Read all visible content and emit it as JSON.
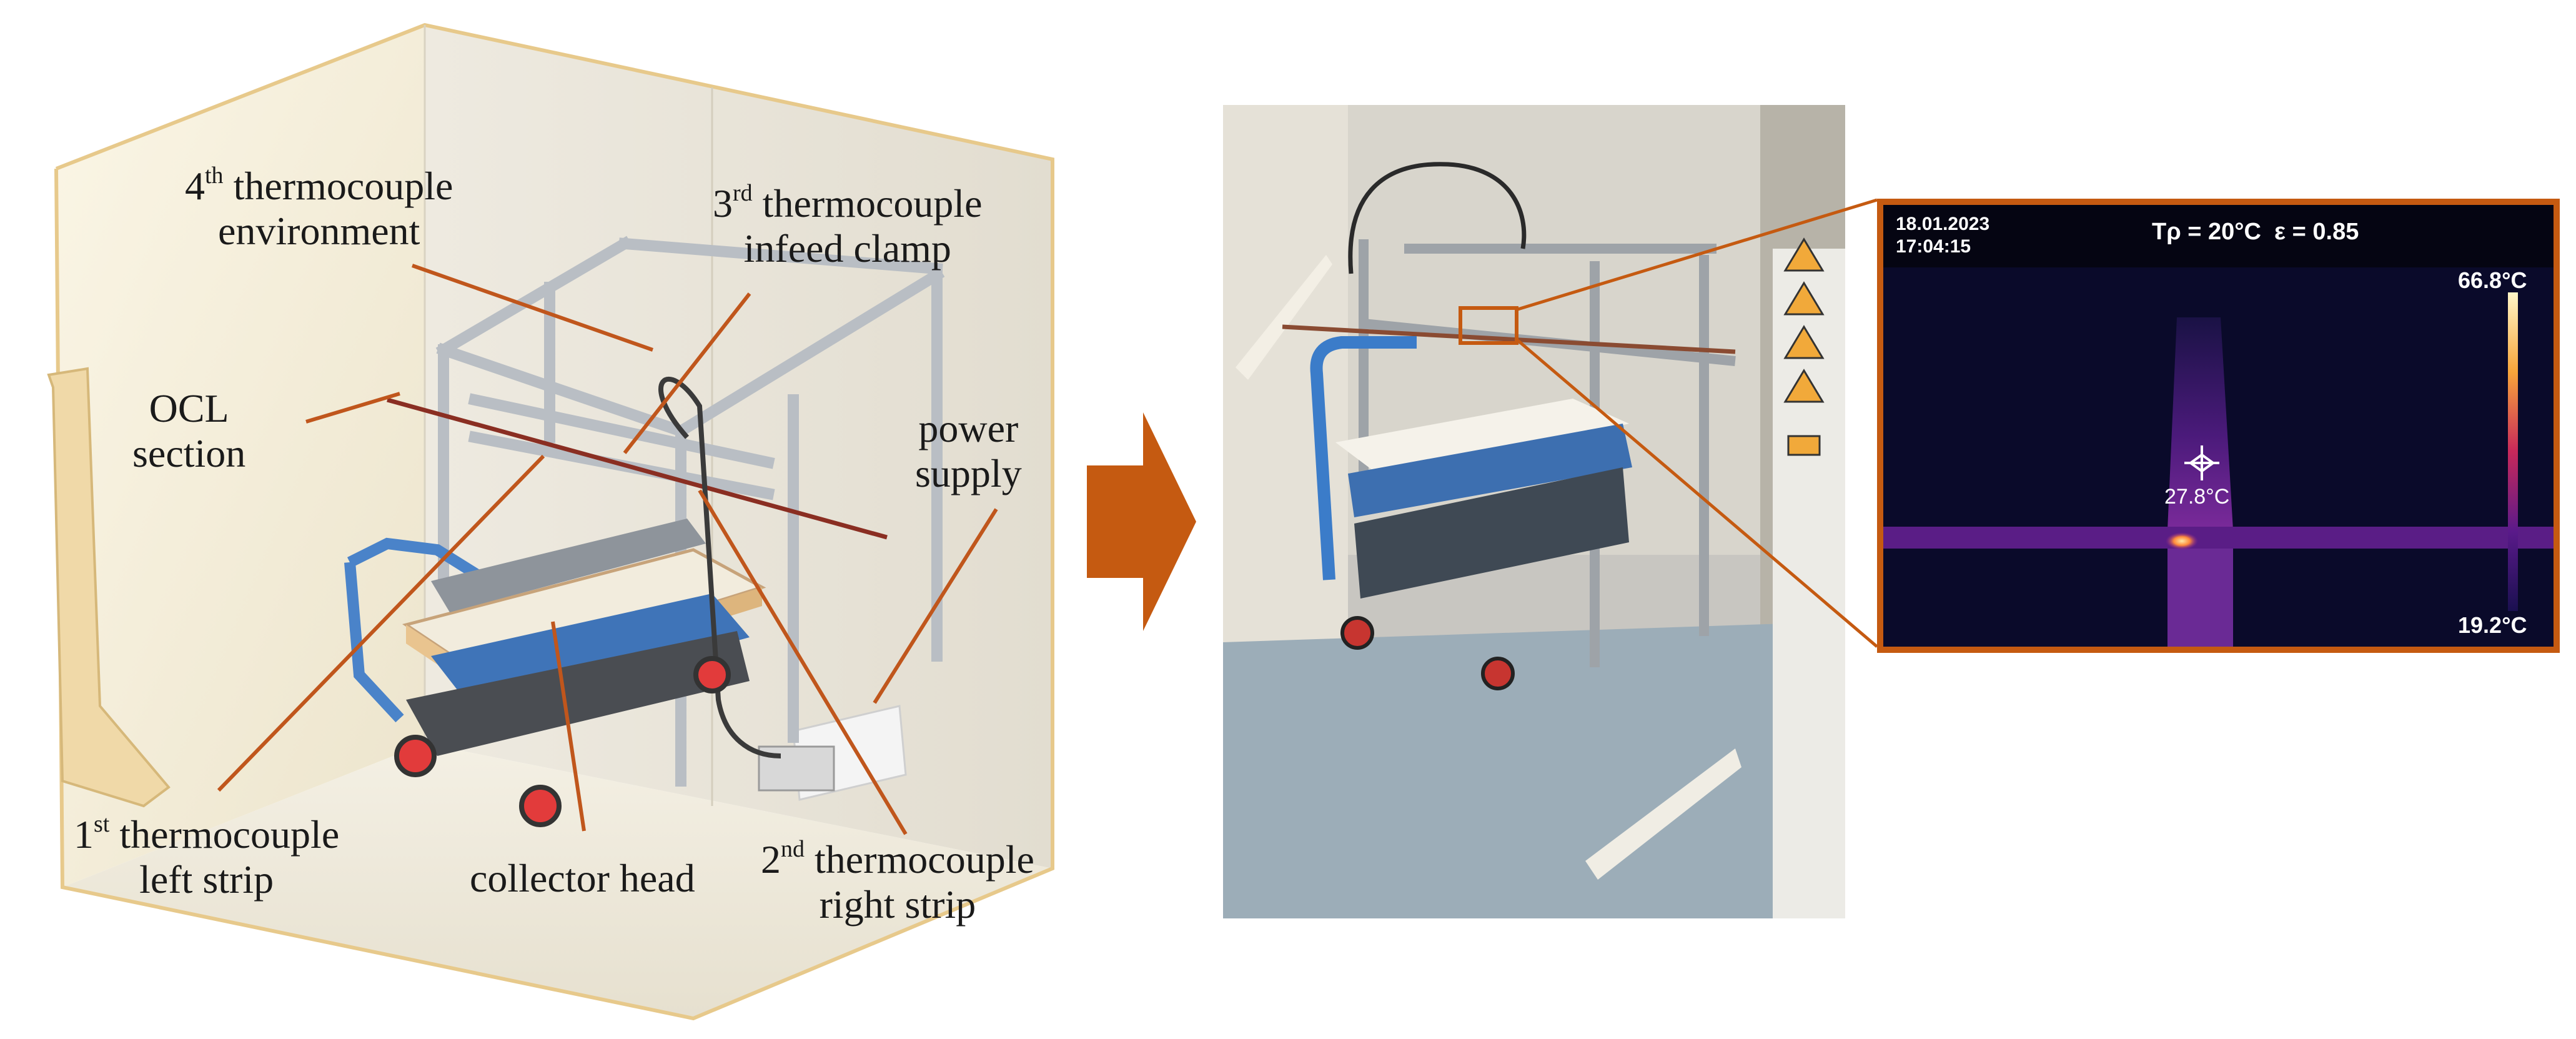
{
  "colors": {
    "accent_orange": "#c55a11",
    "leader_line": "#c0561c",
    "ocl_line": "#8a2e22",
    "frame_silver": "#b9bec4",
    "platform_blue": "#3f74b8",
    "wood": "#f0d9a8",
    "thermal_background": "#0a0a2a",
    "thermal_hot": "#ffe9a6"
  },
  "labels": {
    "tc4": {
      "ordinal": "4",
      "suffix": "th",
      "line1_rest": " thermocouple",
      "line2": "environment"
    },
    "tc3": {
      "ordinal": "3",
      "suffix": "rd",
      "line1_rest": " thermocouple",
      "line2": "infeed clamp"
    },
    "ocl": {
      "line1": "OCL",
      "line2": "section"
    },
    "power": {
      "line1": "power",
      "line2": "supply"
    },
    "tc1": {
      "ordinal": "1",
      "suffix": "st",
      "line1_rest": " thermocouple",
      "line2": "left strip"
    },
    "collector": {
      "text": "collector head"
    },
    "tc2": {
      "ordinal": "2",
      "suffix": "nd",
      "line1_rest": " thermocouple",
      "line2": "right strip"
    }
  },
  "thermal": {
    "date": "18.01.2023",
    "time": "17:04:15",
    "params": "Tρ = 20°C  ε = 0.85",
    "scale_max": "66.8°C",
    "scale_min": "19.2°C",
    "spot_reading": "27.8°C"
  },
  "icons": {
    "transition": "right-arrow-icon",
    "spot_marker": "crosshair-icon",
    "warning_signs": "warning-triangle-icon"
  }
}
